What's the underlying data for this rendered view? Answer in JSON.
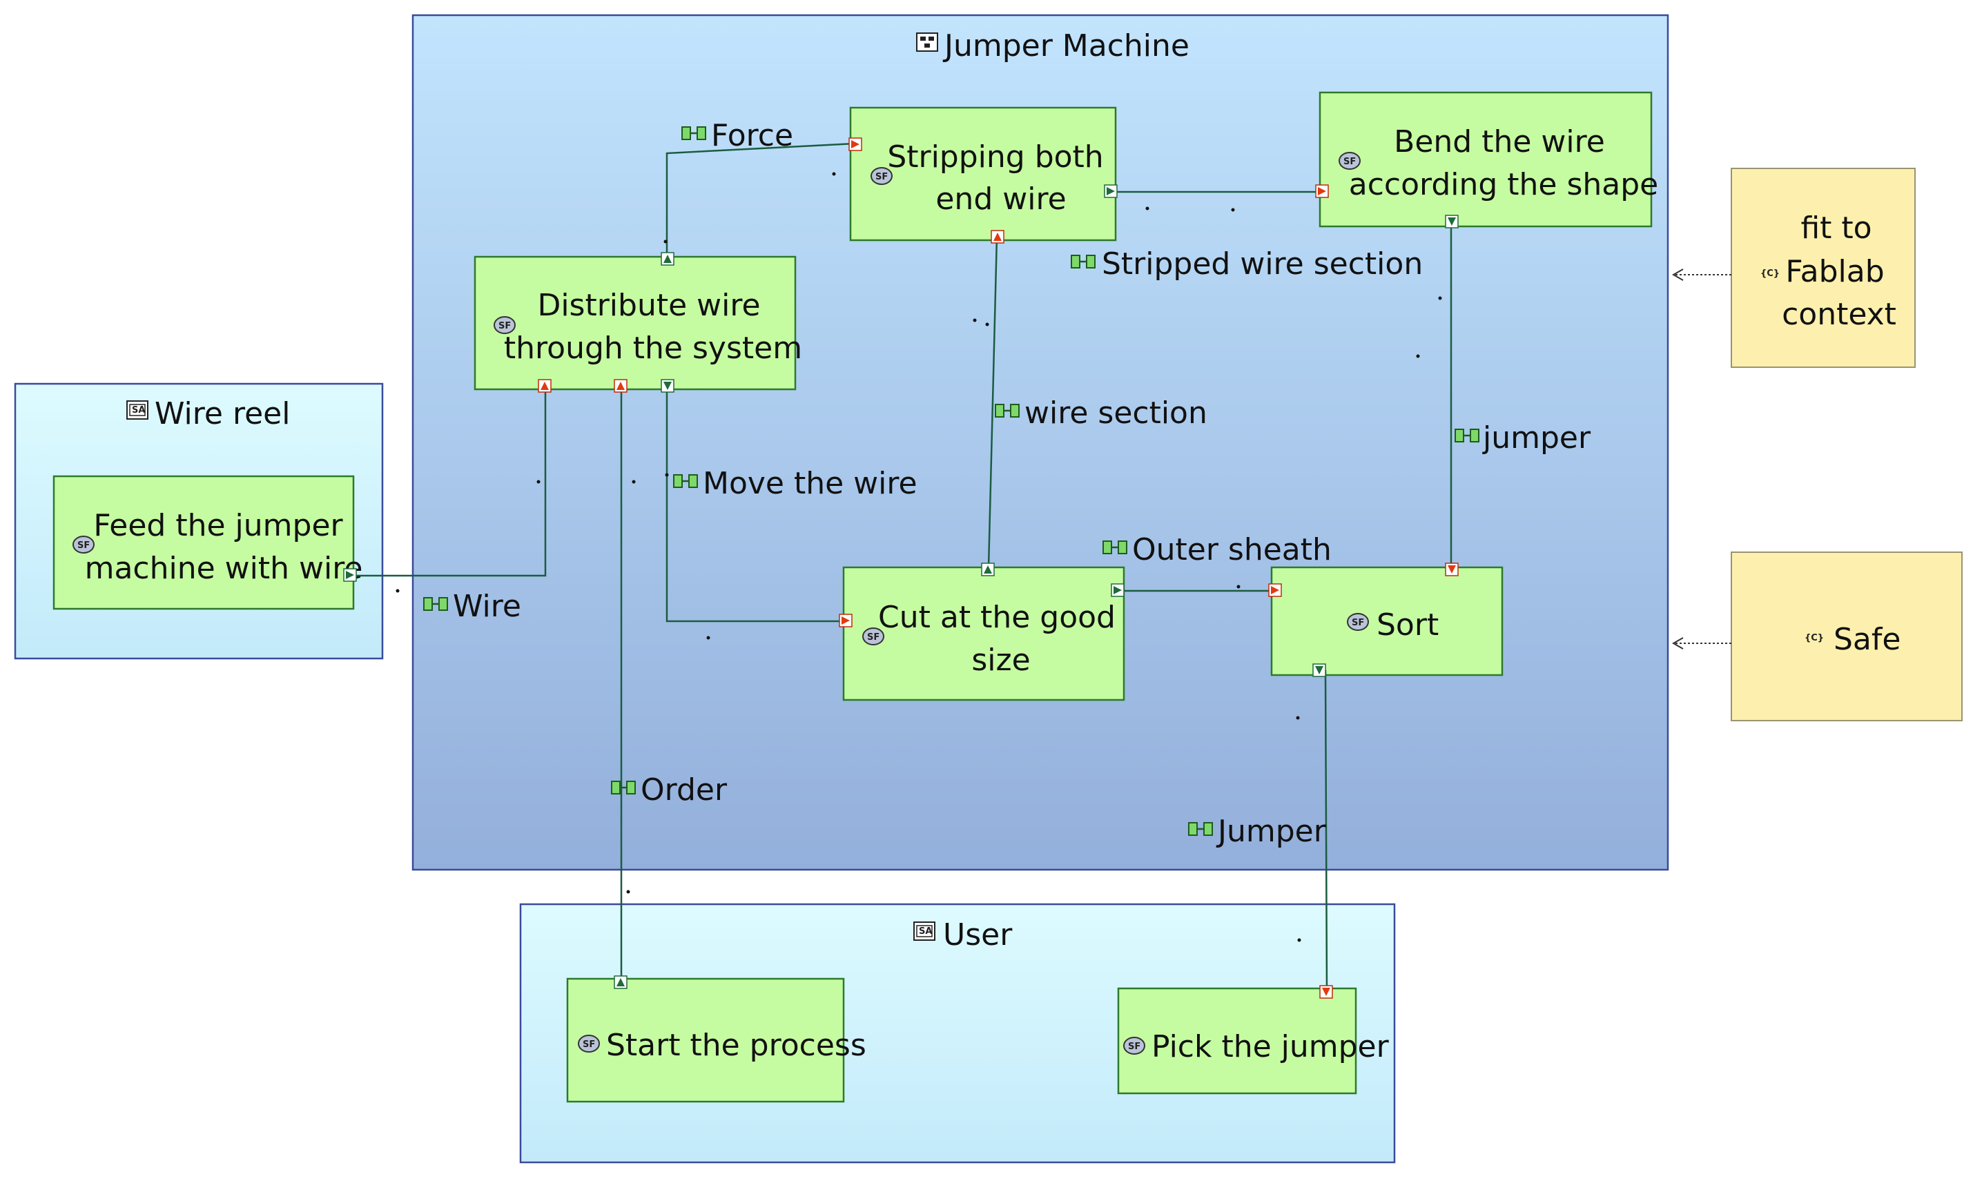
{
  "diagram": {
    "containers": {
      "jumper_machine": "Jumper Machine",
      "wire_reel": "Wire reel",
      "user": "User"
    },
    "functions": {
      "stripping": [
        "Stripping both",
        "end wire"
      ],
      "bend": [
        "Bend the wire",
        "according the shape"
      ],
      "distribute": [
        "Distribute wire",
        "through the system"
      ],
      "feed": [
        "Feed the jumper",
        "machine with wire"
      ],
      "cut": [
        "Cut at the good",
        "size"
      ],
      "sort": [
        "Sort"
      ],
      "start": [
        "Start the process"
      ],
      "pick": [
        "Pick the jumper"
      ]
    },
    "exchanges": {
      "force": "Force",
      "stripped_wire_section": "Stripped wire section",
      "wire_section": "wire section",
      "move_the_wire": "Move the wire",
      "wire": "Wire",
      "outer_sheath": "Outer sheath",
      "jumper_lower": "jumper",
      "order": "Order",
      "jumper_upper": "Jumper"
    },
    "constraints": {
      "fablab": [
        "fit to",
        "Fablab",
        "context"
      ],
      "safe": [
        "Safe"
      ]
    },
    "icons": {
      "function": "SF",
      "constraint": "{C}",
      "actor": "SA",
      "system": "system-icon",
      "exchange": "exchange-icon"
    },
    "colors": {
      "machine_top": "#c2e4fd",
      "machine_bottom": "#93afdb",
      "actor_top": "#ddfbff",
      "actor_bottom": "#c3eafa",
      "function_fill": "#c6fca1",
      "function_stroke": "#2c7a2c",
      "constraint_fill": "#fdf0ae",
      "link": "#1a5c40",
      "port_out": "#e23a10",
      "port_in": "#1f6b3a"
    }
  }
}
